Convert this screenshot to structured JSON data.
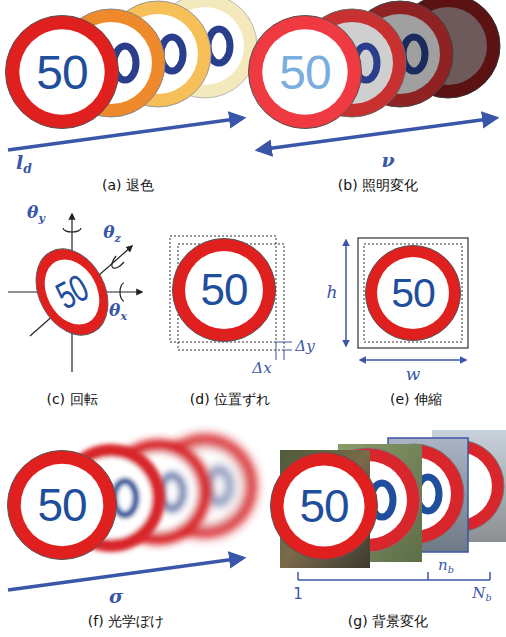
{
  "diagram": {
    "nodes": [
      {
        "text": [
          "50"
        ]
      },
      {
        "text": [
          "50"
        ]
      },
      {
        "text": [
          "50"
        ]
      },
      {
        "text": [
          "50"
        ]
      },
      {
        "text": [
          "50"
        ]
      },
      {
        "text": [
          "50"
        ]
      },
      {
        "text": [
          "50"
        ]
      }
    ],
    "labels": [
      "ld",
      "(a) 退色",
      "ν",
      "(b) 照明変化",
      "θy",
      "θz",
      "θx",
      "(c) 回転",
      "Δy",
      "Δx",
      "(d) 位置ずれ",
      "h",
      "w",
      "(e) 伸縮",
      "σ",
      "(f) 光学ぼけ",
      "1",
      "nb",
      "Nb",
      "(g) 背景変化"
    ]
  }
}
